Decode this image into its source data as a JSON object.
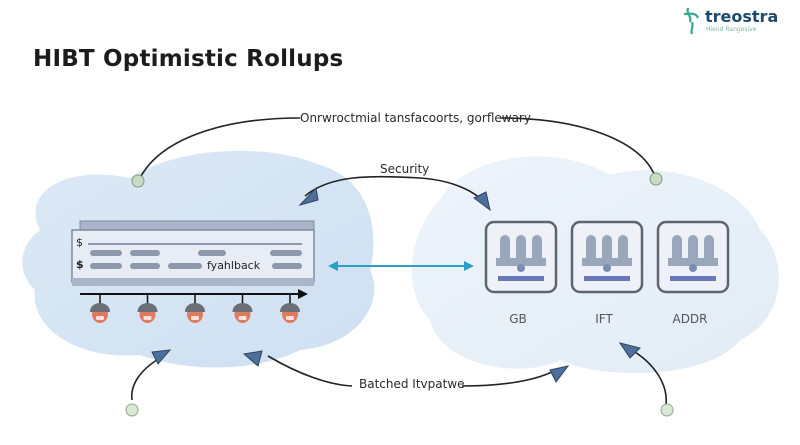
{
  "header": {
    "title": "HIBT Optimistic Rollups",
    "logo": {
      "name": "treostra",
      "tagline": "Hiend Rangesive",
      "icon": "plant-icon"
    }
  },
  "diagram": {
    "top_flow_label": "Onrwroctmial tansfacoorts, gorflewary",
    "security_label": "Security",
    "bottom_flow_label": "Batched Itvpatwe",
    "left_cloud": {
      "ledger": {
        "rows": [
          "$",
          "$"
        ],
        "inline_label": "fyahlback"
      },
      "nodes": 5
    },
    "right_cloud": {
      "validators": [
        {
          "label": "GB",
          "icon": "validator-building-icon"
        },
        {
          "label": "IFT",
          "icon": "validator-building-icon"
        },
        {
          "label": "ADDR",
          "icon": "validator-building-icon"
        }
      ]
    },
    "colors": {
      "cloud_left": "#d7e6f4",
      "cloud_right": "#e6eff8",
      "arrowhead": "#4d6f9a",
      "link_arrow": "#2aa0c8",
      "node_face": "#e07a5f",
      "node_cap": "#6b6f78",
      "validator_fill": "#9aa6ba",
      "validator_bar": "#6b78b8"
    }
  }
}
